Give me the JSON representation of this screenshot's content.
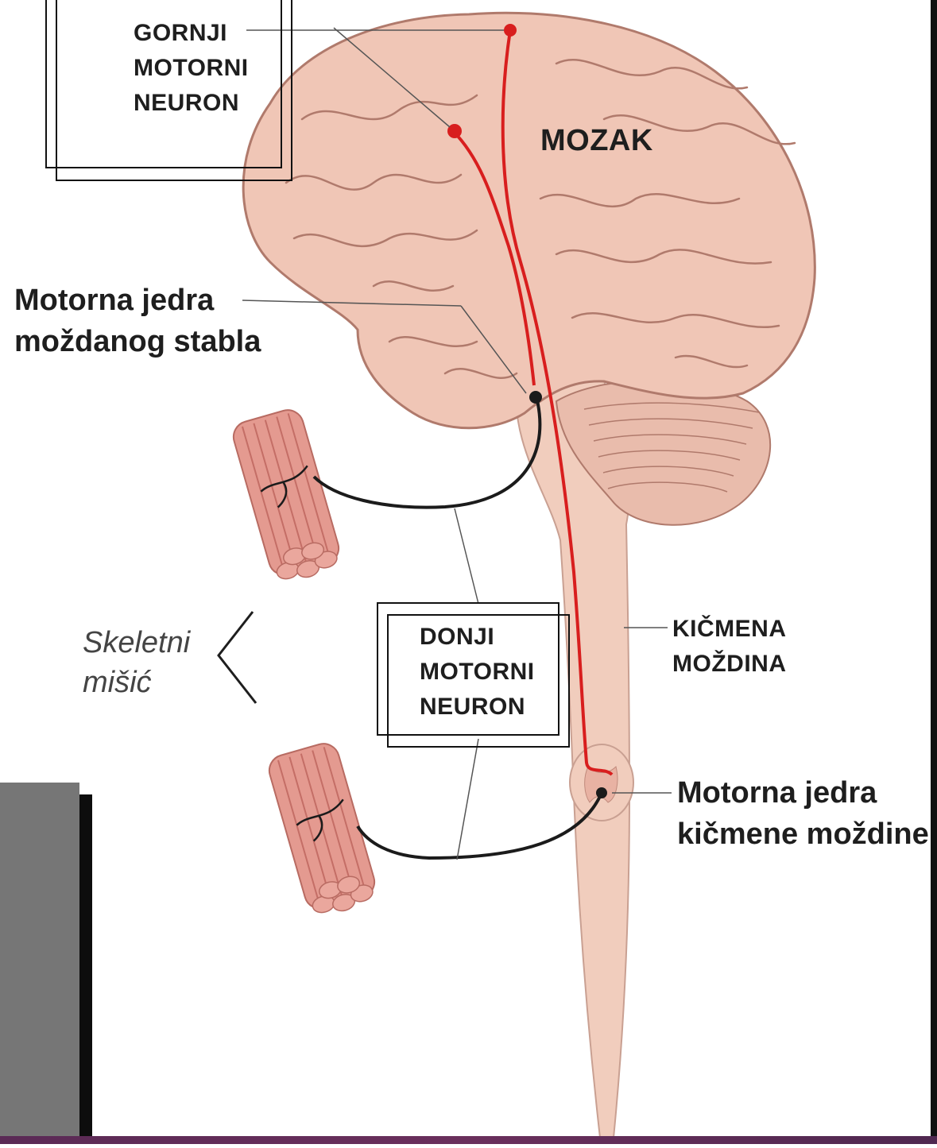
{
  "labels": {
    "upper_motor_neuron": "GORNJI\nMOTORNI\nNEURON",
    "brain": "MOZAK",
    "brainstem_nuclei": "Motorna jedra\nmoždanog stabla",
    "skeletal_muscle": "Skeletni\nmišić",
    "lower_motor_neuron": "DONJI\nMOTORNI\nNEURON",
    "spinal_cord": "KIČMENA\nMOŽDINA",
    "spinal_nuclei": "Motorna jedra\nkičmene moždine"
  },
  "colors": {
    "brain_fill": "#f0c6b6",
    "brain_gyrus_line": "#b07a6c",
    "cerebellum_fill": "#e9bcac",
    "spinal_cord_fill": "#f1cdbd",
    "upper_motor_pathway": "#d81e1e",
    "lower_motor_pathway": "#1b1b1b",
    "muscle_fill": "#e49a90",
    "muscle_stripe": "#c46e66",
    "leader_line": "#555555"
  }
}
